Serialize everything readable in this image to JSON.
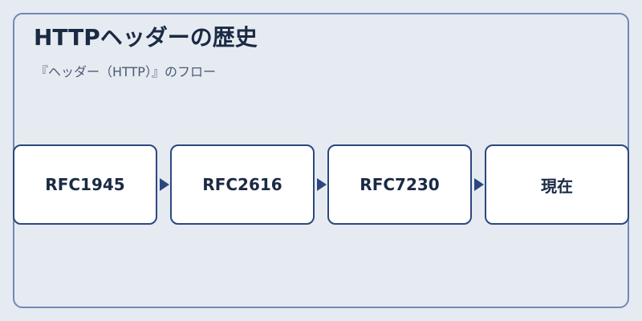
{
  "title": "HTTPヘッダーの歴史",
  "subtitle": "『ヘッダー（HTTP）』のフロー",
  "steps": [
    {
      "label": "RFC1945"
    },
    {
      "label": "RFC2616"
    },
    {
      "label": "RFC7230"
    },
    {
      "label": "現在"
    }
  ],
  "colors": {
    "background": "#e6ebf1",
    "frame_border": "#7089b8",
    "step_border": "#2c4780",
    "step_fill": "#ffffff",
    "text": "#1b2a44"
  }
}
